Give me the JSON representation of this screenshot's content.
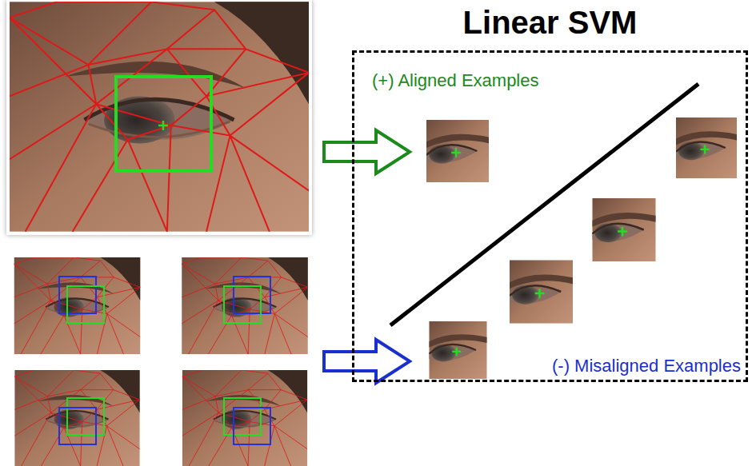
{
  "diagram": {
    "title": "Linear SVM",
    "nodes": [
      {
        "text": [
          "(+) Aligned Examples",
          "(-) Misaligned Examples"
        ]
      }
    ]
  }
}
